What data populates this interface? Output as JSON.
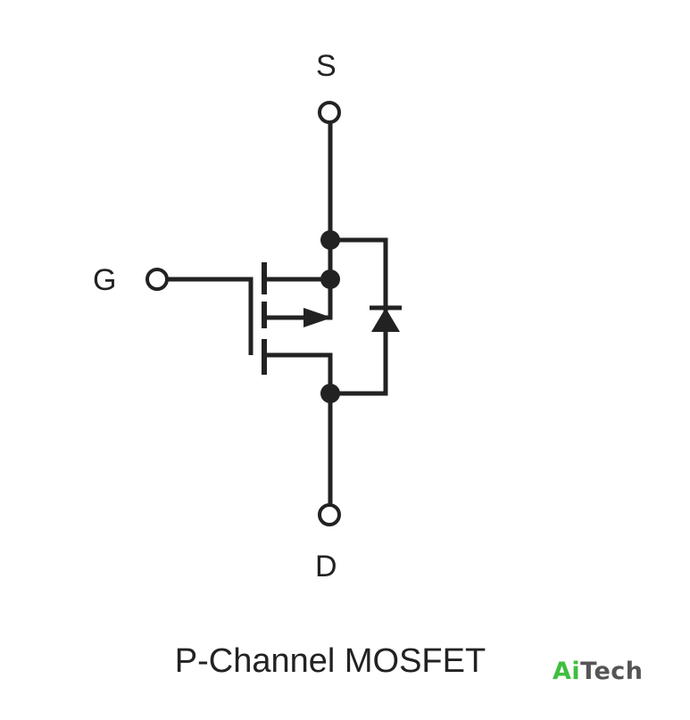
{
  "labels": {
    "source": "S",
    "gate": "G",
    "drain": "D"
  },
  "caption": "P-Channel MOSFET",
  "logo": {
    "ai": "Ai",
    "tech": "Tech"
  },
  "colors": {
    "stroke": "#222222",
    "logo_ai": "#3fbf3f",
    "logo_tech": "#555555"
  }
}
